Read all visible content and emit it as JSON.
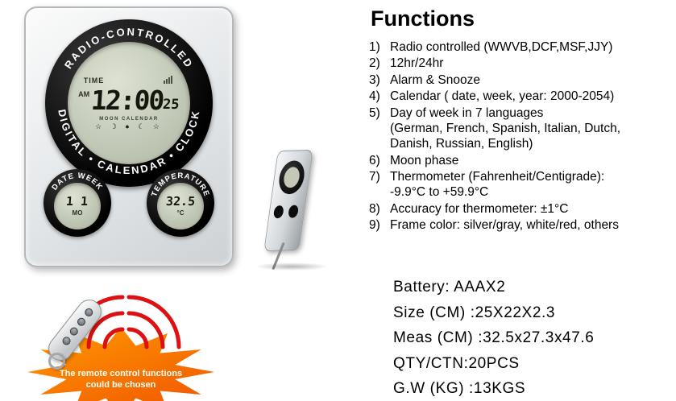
{
  "clock": {
    "brand_arc_top": "RADIO-CONTROLLED",
    "brand_arc_bottom": "DIGITAL • CALENDAR • CLOCK",
    "lcd": {
      "time_label": "TIME",
      "am_label": "AM",
      "time_main": "12:00",
      "time_seconds": "25",
      "moon_label": "MOON CALENDAR",
      "moon_row": "☆ ☽ ● ☾ ☆"
    },
    "date_dial": {
      "arc_label": "DATE WEEK",
      "value": "1 1",
      "weekday": "MO"
    },
    "temp_dial": {
      "arc_label": "TEMPERATURE",
      "value": "32.5",
      "unit": "°C"
    }
  },
  "remote": {
    "banner": "The remote control functions\ncould be chosen"
  },
  "functions": {
    "title": "Functions",
    "items": [
      {
        "num": "1)",
        "text": "Radio controlled (WWVB,DCF,MSF,JJY)"
      },
      {
        "num": "2)",
        "text": "12hr/24hr"
      },
      {
        "num": "3)",
        "text": "Alarm & Snooze"
      },
      {
        "num": "4)",
        "text": "Calendar ( date, week, year: 2000-2054)"
      },
      {
        "num": "5)",
        "text": "Day of week in 7 languages\n(German, French, Spanish, Italian, Dutch,\nDanish, Russian, English)"
      },
      {
        "num": "6)",
        "text": "Moon phase"
      },
      {
        "num": "7)",
        "text": "Thermometer (Fahrenheit/Centigrade):\n-9.9°C to +59.9°C"
      },
      {
        "num": "8)",
        "text": "Accuracy for thermometer: ±1°C"
      },
      {
        "num": "9)",
        "text": "Frame color: silver/gray,  white/red, others"
      }
    ]
  },
  "specs": {
    "lines": [
      "Battery:  AAAX2",
      "Size (CM) :25X22X2.3",
      "Meas (CM) :32.5x27.3x47.6",
      "QTY/CTN:20PCS",
      "G.W (KG) :13KGS"
    ]
  },
  "colors": {
    "burst_orange": "#f97b00",
    "signal_red": "#dd1111",
    "lcd_green": "#ccd3c0",
    "bezel_black": "#0a0a0a"
  }
}
